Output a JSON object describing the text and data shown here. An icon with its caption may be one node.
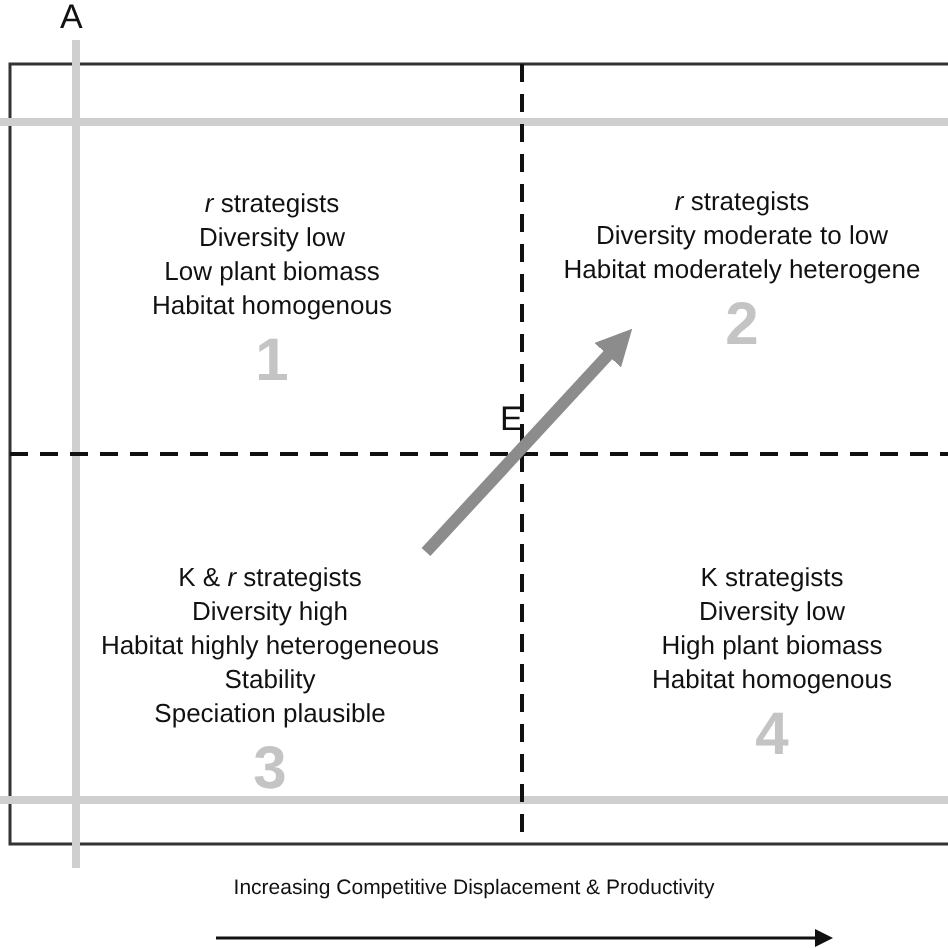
{
  "diagram": {
    "nodes": [
      {
        "text": [
          "*r* strategists",
          "Diversity low",
          "Low plant biomass",
          "Habitat homogenous",
          "1"
        ]
      },
      {
        "text": [
          "*r* strategists",
          "Diversity moderate to low",
          "Habitat moderately heterogene",
          "2"
        ]
      },
      {
        "text": [
          "K & *r* strategists",
          "Diversity high",
          "Habitat highly heterogeneous",
          "Stability",
          "Speciation plausible",
          "3"
        ]
      },
      {
        "text": [
          "K strategists",
          "Diversity low",
          "High plant biomass",
          "Habitat homogenous",
          "4"
        ]
      }
    ],
    "edges": [
      {
        "from": 2,
        "to": 1,
        "arrow": "to",
        "color": "#8c8c8c"
      }
    ],
    "labels": [
      "A",
      "E",
      "Increasing Competitive Displacement & Productivity"
    ]
  }
}
